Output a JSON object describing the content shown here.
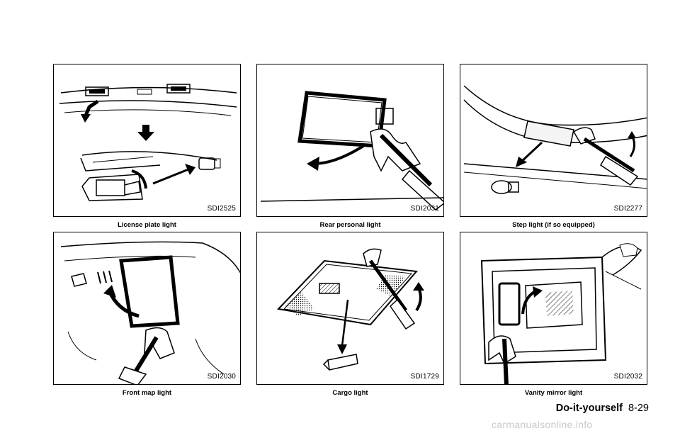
{
  "figures": [
    {
      "code": "SDI2525",
      "caption": "License plate light"
    },
    {
      "code": "SDI2031",
      "caption": "Rear personal light"
    },
    {
      "code": "SDI2277",
      "caption": "Step light (if so equipped)"
    },
    {
      "code": "SDI2030",
      "caption": "Front map light"
    },
    {
      "code": "SDI1729",
      "caption": "Cargo light"
    },
    {
      "code": "SDI2032",
      "caption": "Vanity mirror light"
    }
  ],
  "footer": {
    "section": "Do-it-yourself",
    "page": "8-29"
  },
  "watermark": "carmanualsonline.info"
}
